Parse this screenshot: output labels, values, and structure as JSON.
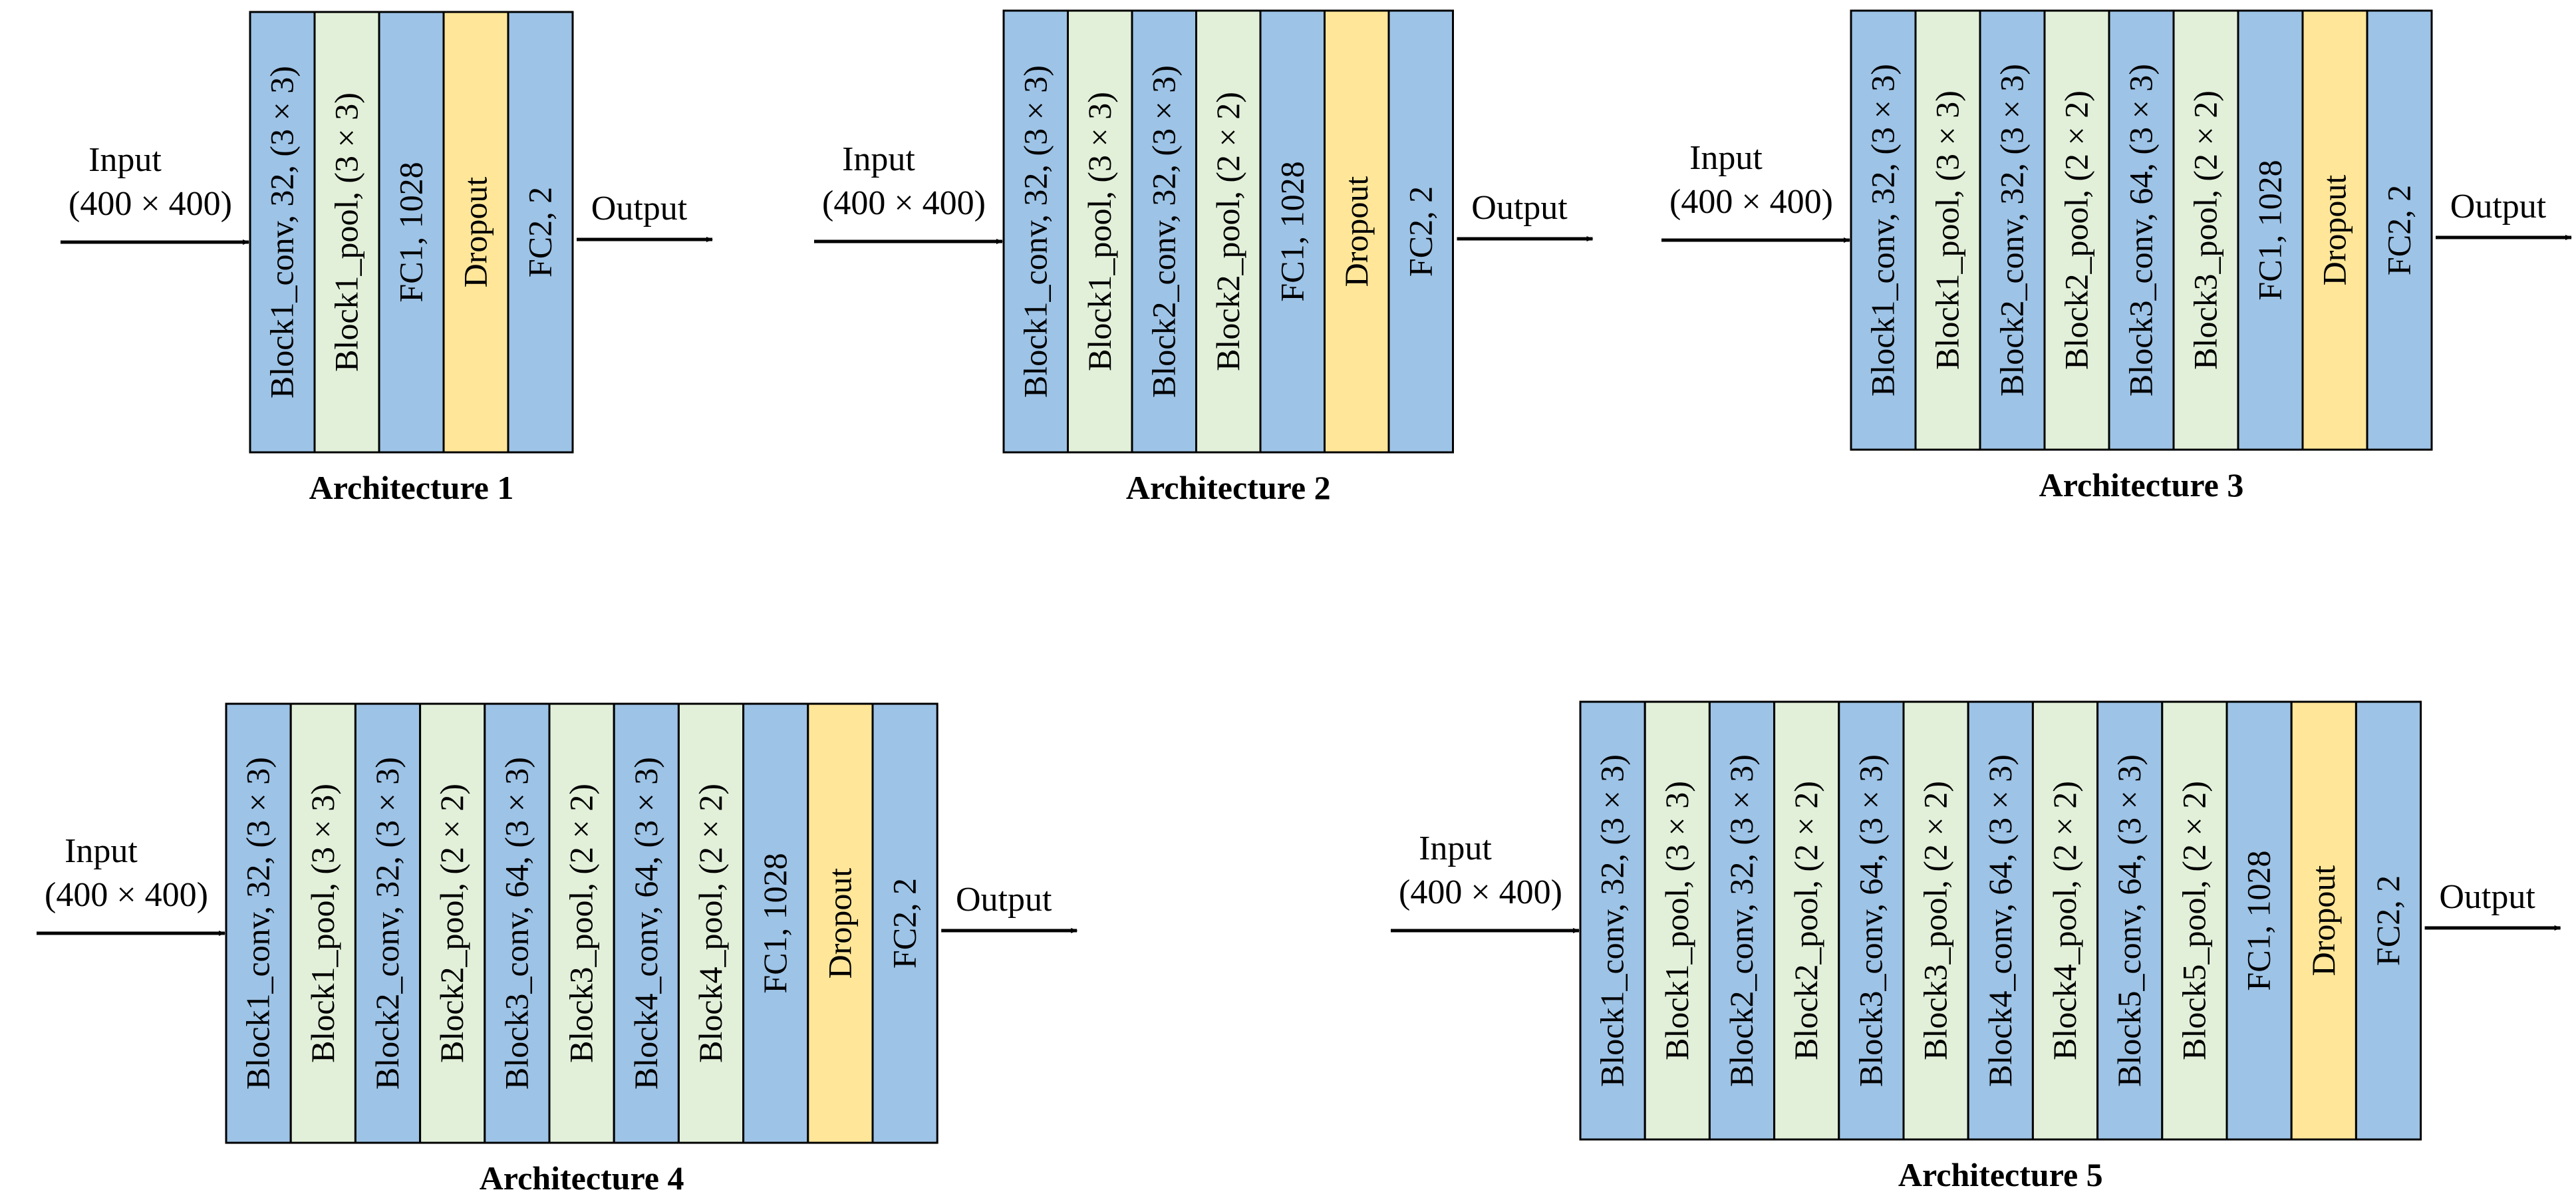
{
  "colors": {
    "conv": "#9dc3e6",
    "pool": "#e2f0d9",
    "fc": "#9dc3e6",
    "dropout": "#ffe699",
    "border": "#000000",
    "arrow": "#000000"
  },
  "diagram": {
    "input_label": "Input",
    "input_size": "(400 × 400)",
    "output_label": "Output",
    "architectures": [
      {
        "title": "Architecture 1",
        "layers": [
          {
            "label": "Block1_conv, 32, (3 × 3)",
            "kind": "conv"
          },
          {
            "label": "Block1_pool, (3 × 3)",
            "kind": "pool"
          },
          {
            "label": "FC1, 1028",
            "kind": "fc"
          },
          {
            "label": "Dropout",
            "kind": "dropout"
          },
          {
            "label": "FC2, 2",
            "kind": "fc"
          }
        ]
      },
      {
        "title": "Architecture 2",
        "layers": [
          {
            "label": "Block1_conv, 32, (3 × 3)",
            "kind": "conv"
          },
          {
            "label": "Block1_pool, (3 × 3)",
            "kind": "pool"
          },
          {
            "label": "Block2_conv, 32, (3 × 3)",
            "kind": "conv"
          },
          {
            "label": "Block2_pool, (2 × 2)",
            "kind": "pool"
          },
          {
            "label": "FC1, 1028",
            "kind": "fc"
          },
          {
            "label": "Dropout",
            "kind": "dropout"
          },
          {
            "label": "FC2, 2",
            "kind": "fc"
          }
        ]
      },
      {
        "title": "Architecture 3",
        "layers": [
          {
            "label": "Block1_conv, 32, (3 × 3)",
            "kind": "conv"
          },
          {
            "label": "Block1_pool, (3 × 3)",
            "kind": "pool"
          },
          {
            "label": "Block2_conv, 32, (3 × 3)",
            "kind": "conv"
          },
          {
            "label": "Block2_pool, (2 × 2)",
            "kind": "pool"
          },
          {
            "label": "Block3_conv, 64, (3 × 3)",
            "kind": "conv"
          },
          {
            "label": "Block3_pool, (2 × 2)",
            "kind": "pool"
          },
          {
            "label": "FC1, 1028",
            "kind": "fc"
          },
          {
            "label": "Dropout",
            "kind": "dropout"
          },
          {
            "label": "FC2, 2",
            "kind": "fc"
          }
        ]
      },
      {
        "title": "Architecture 4",
        "layers": [
          {
            "label": "Block1_conv, 32, (3 × 3)",
            "kind": "conv"
          },
          {
            "label": "Block1_pool, (3 × 3)",
            "kind": "pool"
          },
          {
            "label": "Block2_conv, 32, (3 × 3)",
            "kind": "conv"
          },
          {
            "label": "Block2_pool, (2 × 2)",
            "kind": "pool"
          },
          {
            "label": "Block3_conv, 64, (3 × 3)",
            "kind": "conv"
          },
          {
            "label": "Block3_pool, (2 × 2)",
            "kind": "pool"
          },
          {
            "label": "Block4_conv, 64, (3 × 3)",
            "kind": "conv"
          },
          {
            "label": "Block4_pool, (2 × 2)",
            "kind": "pool"
          },
          {
            "label": "FC1, 1028",
            "kind": "fc"
          },
          {
            "label": "Dropout",
            "kind": "dropout"
          },
          {
            "label": "FC2, 2",
            "kind": "fc"
          }
        ]
      },
      {
        "title": "Architecture 5",
        "layers": [
          {
            "label": "Block1_conv, 32, (3 × 3)",
            "kind": "conv"
          },
          {
            "label": "Block1_pool, (3 × 3)",
            "kind": "pool"
          },
          {
            "label": "Block2_conv, 32, (3 × 3)",
            "kind": "conv"
          },
          {
            "label": "Block2_pool, (2 × 2)",
            "kind": "pool"
          },
          {
            "label": "Block3_conv, 64, (3 × 3)",
            "kind": "conv"
          },
          {
            "label": "Block3_pool, (2 × 2)",
            "kind": "pool"
          },
          {
            "label": "Block4_conv, 64, (3 × 3)",
            "kind": "conv"
          },
          {
            "label": "Block4_pool, (2 × 2)",
            "kind": "pool"
          },
          {
            "label": "Block5_conv, 64, (3 × 3)",
            "kind": "conv"
          },
          {
            "label": "Block5_pool, (2 × 2)",
            "kind": "pool"
          },
          {
            "label": "FC1, 1028",
            "kind": "fc"
          },
          {
            "label": "Dropout",
            "kind": "dropout"
          },
          {
            "label": "FC2, 2",
            "kind": "fc"
          }
        ]
      }
    ]
  }
}
